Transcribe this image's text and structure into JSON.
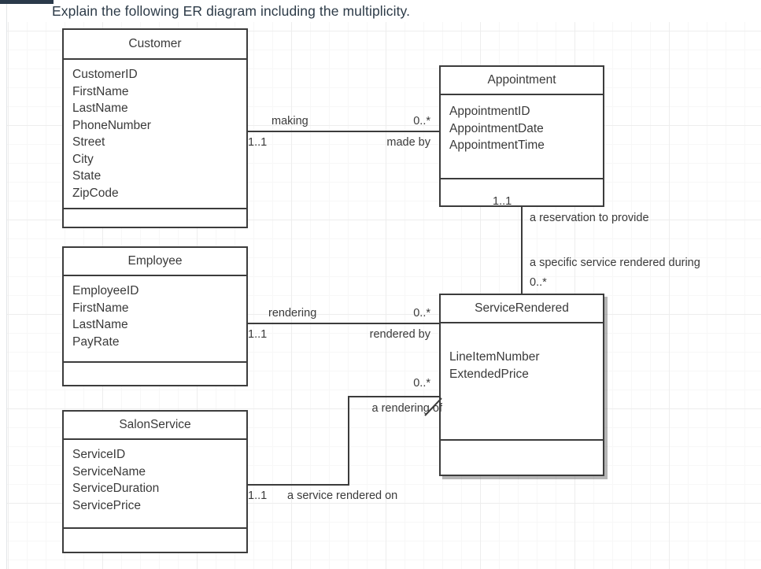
{
  "prompt": {
    "text": "Explain the following ER diagram including the multiplicity."
  },
  "colors": {
    "top_bar": "#2b3a4a",
    "heading_text": "#2d3b48",
    "entity_border": "#3c3c3c",
    "entity_text": "#3a3a3a",
    "grid_minor": "#f7f7f7",
    "grid_major": "#ededed",
    "canvas_bg": "#ffffff"
  },
  "diagram": {
    "type": "er-class-diagram",
    "entities": [
      {
        "id": "customer",
        "name": "Customer",
        "attributes": [
          "CustomerID",
          "FirstName",
          "LastName",
          "PhoneNumber",
          "Street",
          "City",
          "State",
          "ZipCode"
        ],
        "methods": []
      },
      {
        "id": "appointment",
        "name": "Appointment",
        "attributes": [
          "AppointmentID",
          "AppointmentDate",
          "AppointmentTime"
        ],
        "methods": []
      },
      {
        "id": "employee",
        "name": "Employee",
        "attributes": [
          "EmployeeID",
          "FirstName",
          "LastName",
          "PayRate"
        ],
        "methods": []
      },
      {
        "id": "servicerendered",
        "name": "ServiceRendered",
        "attributes": [
          "LineItemNumber",
          "ExtendedPrice"
        ],
        "methods": []
      },
      {
        "id": "salonservice",
        "name": "SalonService",
        "attributes": [
          "ServiceID",
          "ServiceName",
          "ServiceDuration",
          "ServicePrice"
        ],
        "methods": []
      }
    ],
    "relationships": [
      {
        "id": "customer-appointment",
        "from": "Customer",
        "to": "Appointment",
        "from_multiplicity": "1..1",
        "to_multiplicity": "0..*",
        "forward_label": "making",
        "reverse_label": "made by"
      },
      {
        "id": "appointment-servicerendered",
        "from": "Appointment",
        "to": "ServiceRendered",
        "from_multiplicity": "1..1",
        "to_multiplicity": "0..*",
        "forward_label": "a reservation to provide",
        "reverse_label": "a specific service rendered during"
      },
      {
        "id": "employee-servicerendered",
        "from": "Employee",
        "to": "ServiceRendered",
        "from_multiplicity": "1..1",
        "to_multiplicity": "0..*",
        "forward_label": "rendering",
        "reverse_label": "rendered by"
      },
      {
        "id": "salonservice-servicerendered",
        "from": "SalonService",
        "to": "ServiceRendered",
        "from_multiplicity": "1..1",
        "to_multiplicity": "0..*",
        "forward_label": "a service rendered on",
        "reverse_label": "a rendering of"
      }
    ]
  }
}
